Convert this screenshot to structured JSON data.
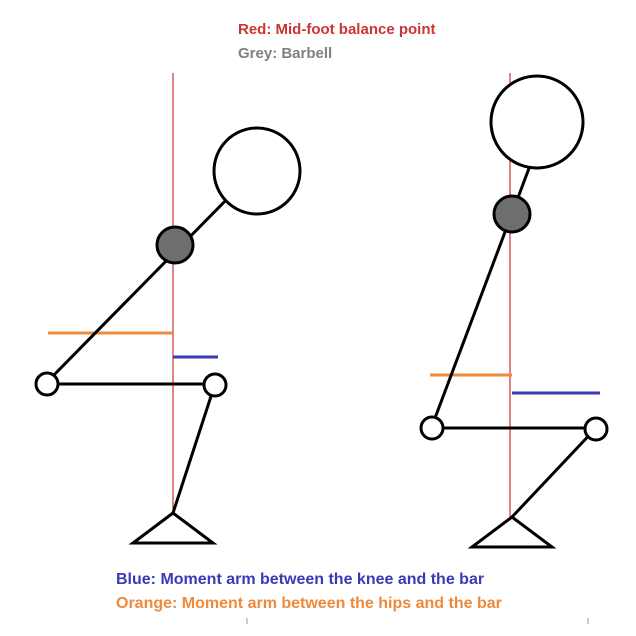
{
  "legend": {
    "red": "Red: Mid-foot balance point",
    "grey": "Grey: Barbell",
    "blue": "Blue: Moment arm between the knee and the bar",
    "orange": "Orange: Moment arm between the hips and the bar"
  },
  "colors": {
    "red": "#cc3333",
    "grey": "#808080",
    "blue": "#3a3ab8",
    "orange": "#ee8a3c",
    "black": "#000000"
  }
}
